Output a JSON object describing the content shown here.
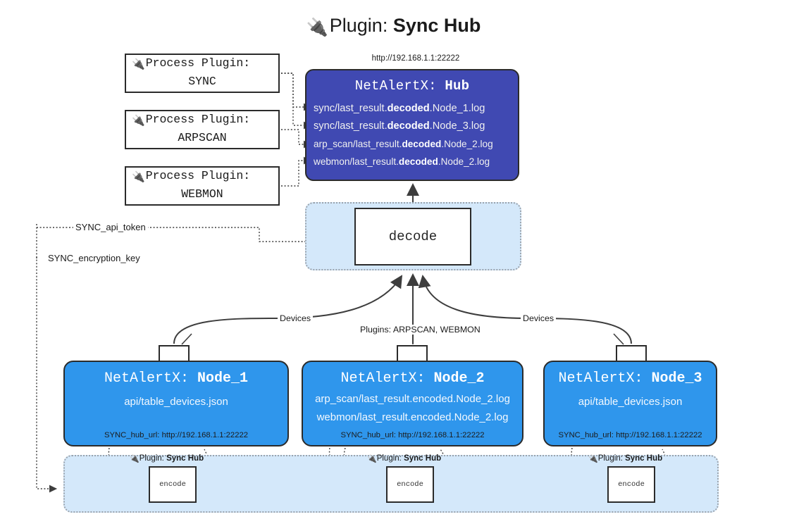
{
  "title": {
    "icon": "plug-icon",
    "glyph": "🔌",
    "label": "Plugin:",
    "value": "Sync Hub"
  },
  "hub": {
    "url": "http://192.168.1.1:22222",
    "header_label": "NetAlertX:",
    "header_value": "Hub",
    "rows": [
      {
        "pre": "sync/last_result.",
        "strong": "decoded",
        "post": ".Node_1.log"
      },
      {
        "pre": "sync/last_result.",
        "strong": "decoded",
        "post": ".Node_3.log"
      },
      {
        "pre": "arp_scan/last_result.",
        "strong": "decoded",
        "post": ".Node_2.log"
      },
      {
        "pre": "webmon/last_result.",
        "strong": "decoded",
        "post": ".Node_2.log"
      }
    ]
  },
  "process_plugins": [
    {
      "glyph": "🔌",
      "label": "Process Plugin:",
      "value": "SYNC"
    },
    {
      "glyph": "🔌",
      "label": "Process Plugin:",
      "value": "ARPSCAN"
    },
    {
      "glyph": "🔌",
      "label": "Process Plugin:",
      "value": "WEBMON"
    }
  ],
  "decode": {
    "label": "decode"
  },
  "secrets": [
    {
      "label": "SYNC_api_token"
    },
    {
      "label": "SYNC_encryption_key"
    }
  ],
  "edge_labels": {
    "devices_left": "Devices",
    "devices_right": "Devices",
    "plugins_middle": "Plugins: ARPSCAN, WEBMON"
  },
  "nodes": [
    {
      "header_label": "NetAlertX:",
      "header_value": "Node_1",
      "lines": [
        "api/table_devices.json"
      ],
      "footer": "SYNC_hub_url: http://192.168.1.1:22222"
    },
    {
      "header_label": "NetAlertX:",
      "header_value": "Node_2",
      "lines": [
        "arp_scan/last_result.encoded.Node_2.log",
        "webmon/last_result.encoded.Node_2.log"
      ],
      "footer": "SYNC_hub_url: http://192.168.1.1:22222"
    },
    {
      "header_label": "NetAlertX:",
      "header_value": "Node_3",
      "lines": [
        "api/table_devices.json"
      ],
      "footer": "SYNC_hub_url: http://192.168.1.1:22222"
    }
  ],
  "encoders": [
    {
      "glyph": "🔌",
      "label": "Plugin:",
      "value": "Sync Hub",
      "box": "encode"
    },
    {
      "glyph": "🔌",
      "label": "Plugin:",
      "value": "Sync Hub",
      "box": "encode"
    },
    {
      "glyph": "🔌",
      "label": "Plugin:",
      "value": "Sync Hub",
      "box": "encode"
    }
  ],
  "colors": {
    "hub": "#4049b2",
    "node": "#2f96ec",
    "group": "#d4e8fa",
    "stroke": "#2b2b2b",
    "dotted": "#9aa3ad"
  }
}
